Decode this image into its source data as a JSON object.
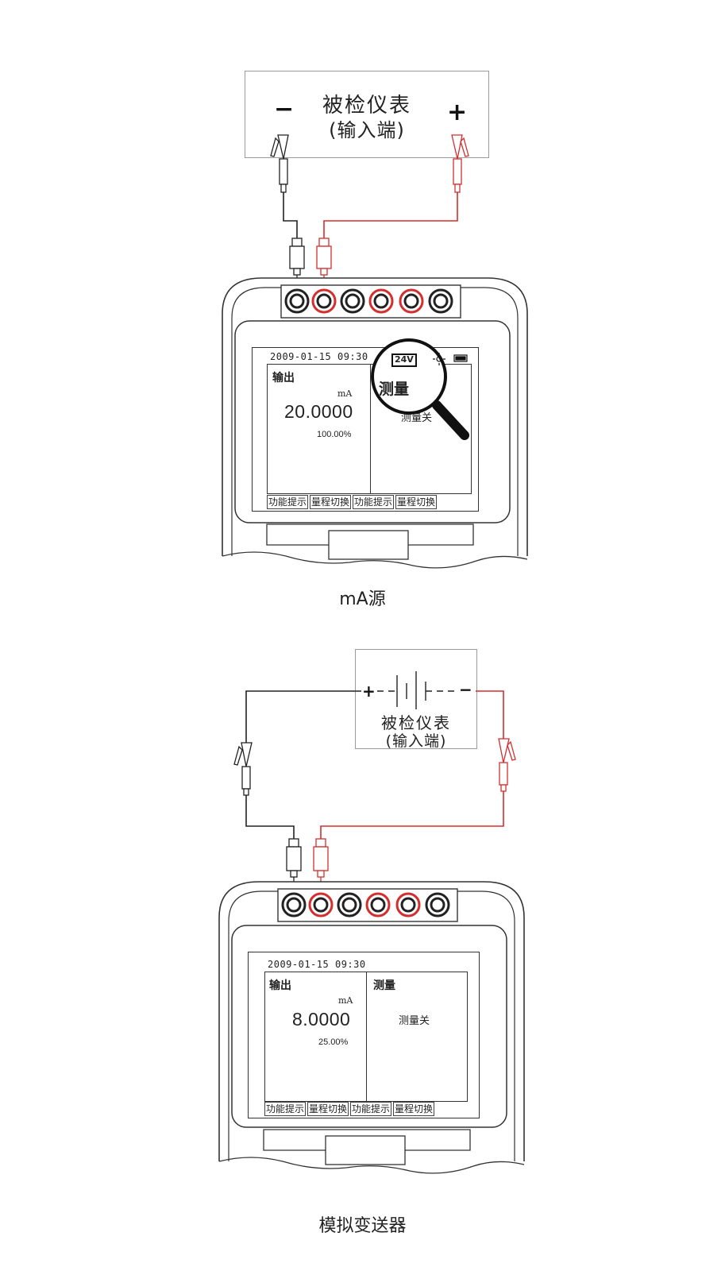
{
  "diagrams": [
    {
      "caption": "mA源",
      "dut": {
        "title": "被检仪表",
        "subtitle": "(输入端)",
        "left_sign": "−",
        "right_sign": "+"
      },
      "screen": {
        "datetime": "2009-01-15  09:30",
        "left_panel": {
          "title": "输出",
          "unit": "mA",
          "value": "20.0000",
          "percent": "100.00%"
        },
        "right_panel": {
          "title": "测量",
          "state": "测量关"
        },
        "softkeys": [
          "功能提示",
          "量程切换",
          "功能提示",
          "量程切换"
        ]
      },
      "magnifier": {
        "badge": "24V",
        "text": "测量"
      }
    },
    {
      "caption": "模拟变送器",
      "dut": {
        "title": "被检仪表",
        "subtitle": "(输入端)",
        "left_sign": "+",
        "right_sign": "−"
      },
      "screen": {
        "datetime": "2009-01-15  09:30",
        "left_panel": {
          "title": "输出",
          "unit": "mA",
          "value": "8.0000",
          "percent": "25.00%"
        },
        "right_panel": {
          "title": "测量",
          "state": "测量关"
        },
        "softkeys": [
          "功能提示",
          "量程切换",
          "功能提示",
          "量程切换"
        ]
      }
    }
  ],
  "colors": {
    "red_lead": "#d32f2f",
    "black_lead": "#222222",
    "outline": "#333333"
  }
}
